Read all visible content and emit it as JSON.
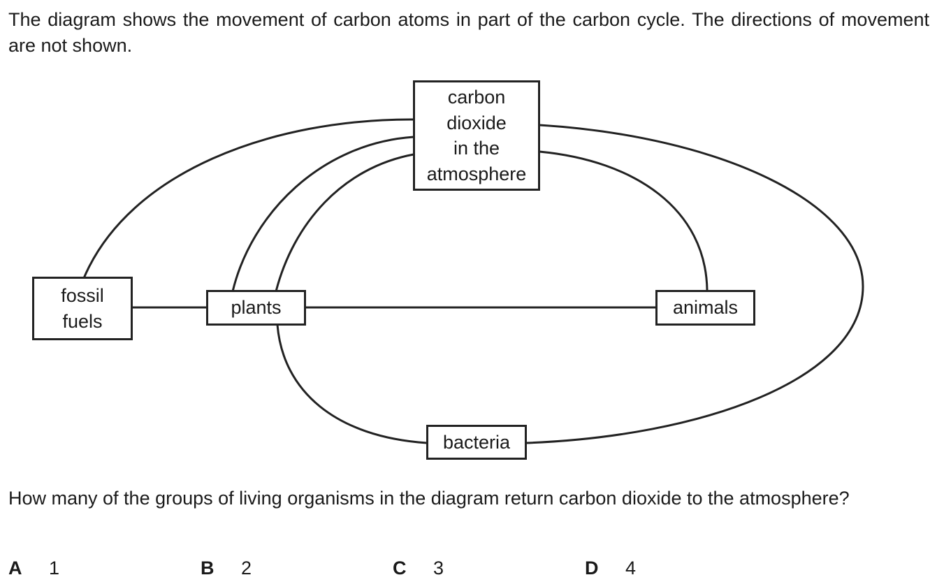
{
  "intro_text": "The diagram shows the movement of carbon atoms in part of the carbon cycle. The directions of movement are not shown.",
  "nodes": {
    "atmosphere": [
      "carbon",
      "dioxide",
      "in the",
      "atmosphere"
    ],
    "fossil_fuels": [
      "fossil",
      "fuels"
    ],
    "plants": [
      "plants"
    ],
    "animals": [
      "animals"
    ],
    "bacteria": [
      "bacteria"
    ]
  },
  "question": "How many of the groups of living organisms in the diagram return carbon dioxide to the atmosphere?",
  "options": [
    {
      "letter": "A",
      "value": "1"
    },
    {
      "letter": "B",
      "value": "2"
    },
    {
      "letter": "C",
      "value": "3"
    },
    {
      "letter": "D",
      "value": "4"
    }
  ],
  "line_color": "#222222"
}
